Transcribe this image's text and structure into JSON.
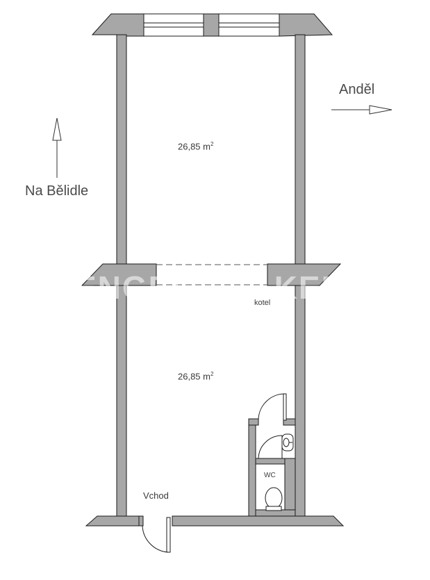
{
  "plan": {
    "streets": {
      "right_label": "Anděl",
      "left_label": "Na Bělidle"
    },
    "rooms": [
      {
        "area_value": "26,85 m",
        "area_sup": "2"
      },
      {
        "area_value": "26,85 m",
        "area_sup": "2"
      }
    ],
    "labels": {
      "boiler": "kotel",
      "wc": "WC",
      "entrance": "Vchod"
    },
    "watermark": "ENGEL & VÖLKERS",
    "colors": {
      "wall_fill": "#a7a7a7",
      "wall_stroke": "#1a1a1a",
      "background": "#ffffff"
    }
  }
}
